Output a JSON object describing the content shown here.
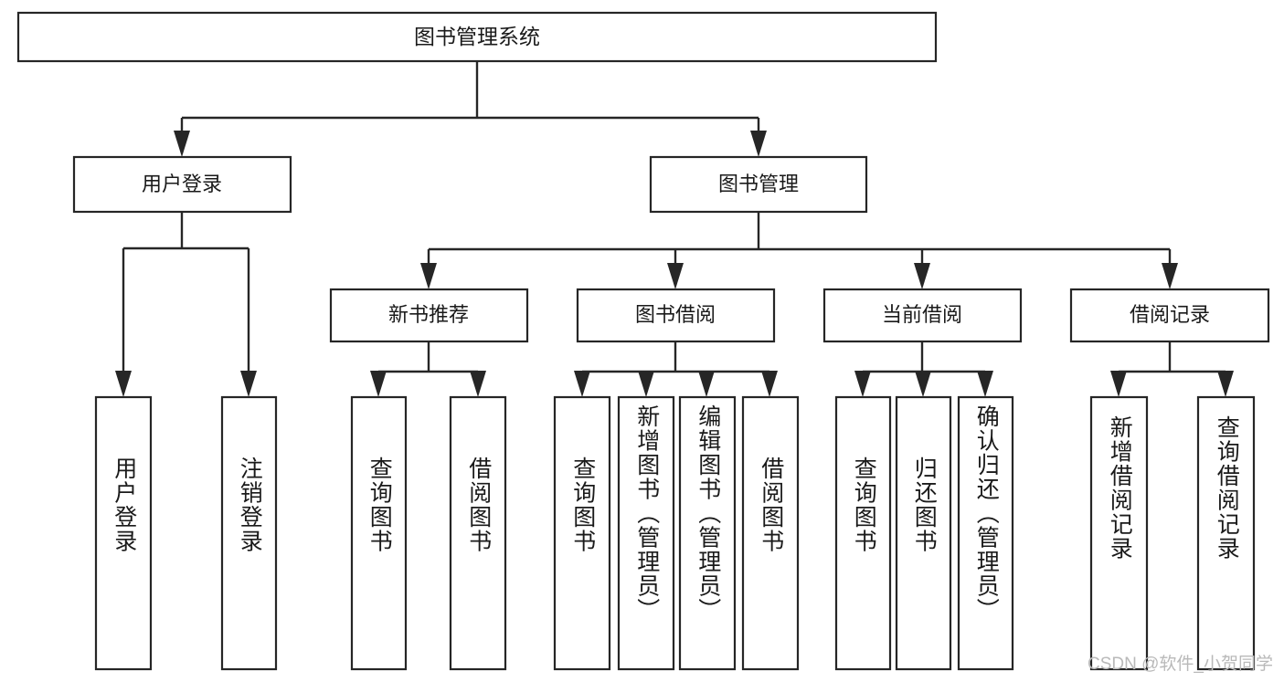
{
  "diagram": {
    "title": "图书管理系统",
    "type": "tree-hierarchy-diagram",
    "root": {
      "label": "图书管理系统"
    },
    "level2": [
      {
        "label": "用户登录"
      },
      {
        "label": "图书管理"
      }
    ],
    "level3": [
      {
        "label": "新书推荐"
      },
      {
        "label": "图书借阅"
      },
      {
        "label": "当前借阅"
      },
      {
        "label": "借阅记录"
      }
    ],
    "leaves": {
      "user_login": [
        {
          "label": "用户登录"
        },
        {
          "label": "注销登录"
        }
      ],
      "new_book_recommend": [
        {
          "label": "查询图书"
        },
        {
          "label": "借阅图书"
        }
      ],
      "book_borrow": [
        {
          "label": "查询图书"
        },
        {
          "label": "新增图书（管理员）"
        },
        {
          "label": "编辑图书（管理员）"
        },
        {
          "label": "借阅图书"
        }
      ],
      "current_borrow": [
        {
          "label": "查询图书"
        },
        {
          "label": "归还图书"
        },
        {
          "label": "确认归还（管理员）"
        }
      ],
      "borrow_record": [
        {
          "label": "新增借阅记录"
        },
        {
          "label": "查询借阅记录"
        }
      ]
    }
  },
  "watermark": {
    "text": "CSDN @软件_小贺同学"
  },
  "colors": {
    "background": "#ffffff",
    "box_fill": "#ffffff",
    "box_stroke": "#262626",
    "text": "#1a1a1a",
    "watermark": "#b9b9b9"
  }
}
